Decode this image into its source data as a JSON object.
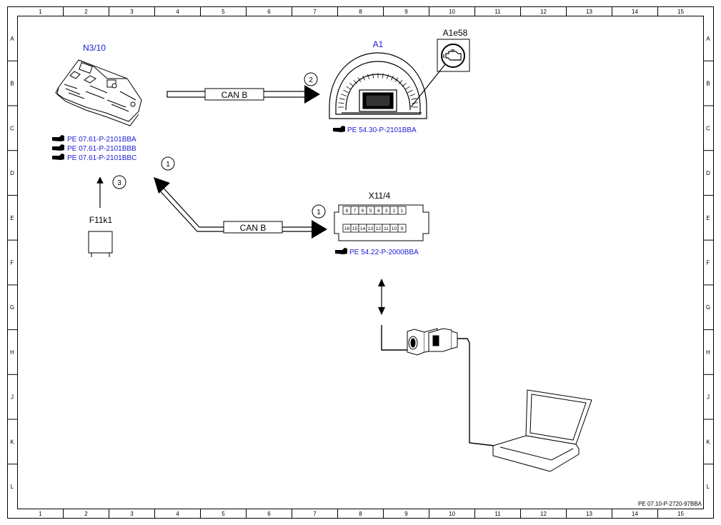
{
  "grid": {
    "columns": [
      "1",
      "2",
      "3",
      "4",
      "5",
      "6",
      "7",
      "8",
      "9",
      "10",
      "11",
      "12",
      "13",
      "14",
      "15"
    ],
    "rows": [
      "A",
      "B",
      "C",
      "D",
      "E",
      "F",
      "G",
      "H",
      "J",
      "K",
      "L"
    ]
  },
  "components": {
    "n3_10": {
      "label": "N3/10",
      "refs": [
        "PE 07.61-P-2101BBA",
        "PE 07.61-P-2101BBB",
        "PE 07.61-P-2101BBC"
      ],
      "icon": "control-unit-icon"
    },
    "a1": {
      "label": "A1",
      "refs": [
        "PE 54.30-P-2101BBA"
      ],
      "icon": "instrument-cluster-icon"
    },
    "a1e58": {
      "label": "A1e58",
      "icon": "engine-warning-lamp-icon"
    },
    "x11_4": {
      "label": "X11/4",
      "refs": [
        "PE 54.22-P-2000BBA"
      ],
      "pins_top": [
        "8",
        "7",
        "6",
        "5",
        "4",
        "3",
        "2",
        "1"
      ],
      "pins_bottom": [
        "16",
        "15",
        "14",
        "13",
        "12",
        "11",
        "10",
        "9"
      ],
      "icon": "diagnostic-connector-icon"
    },
    "f11k1": {
      "label": "F11k1",
      "icon": "relay-icon"
    }
  },
  "buses": {
    "upper": {
      "label": "CAN B"
    },
    "lower": {
      "label": "CAN B"
    }
  },
  "callouts": {
    "c_upper_bus": "2",
    "c_lower_bus_left": "1",
    "c_lower_bus_right": "1",
    "c_relay": "3"
  },
  "tester": {
    "adapter_icon": "diagnostic-adapter-icon",
    "laptop_icon": "laptop-icon"
  },
  "document_ref": "PE 07.10-P-2720-97BBA"
}
